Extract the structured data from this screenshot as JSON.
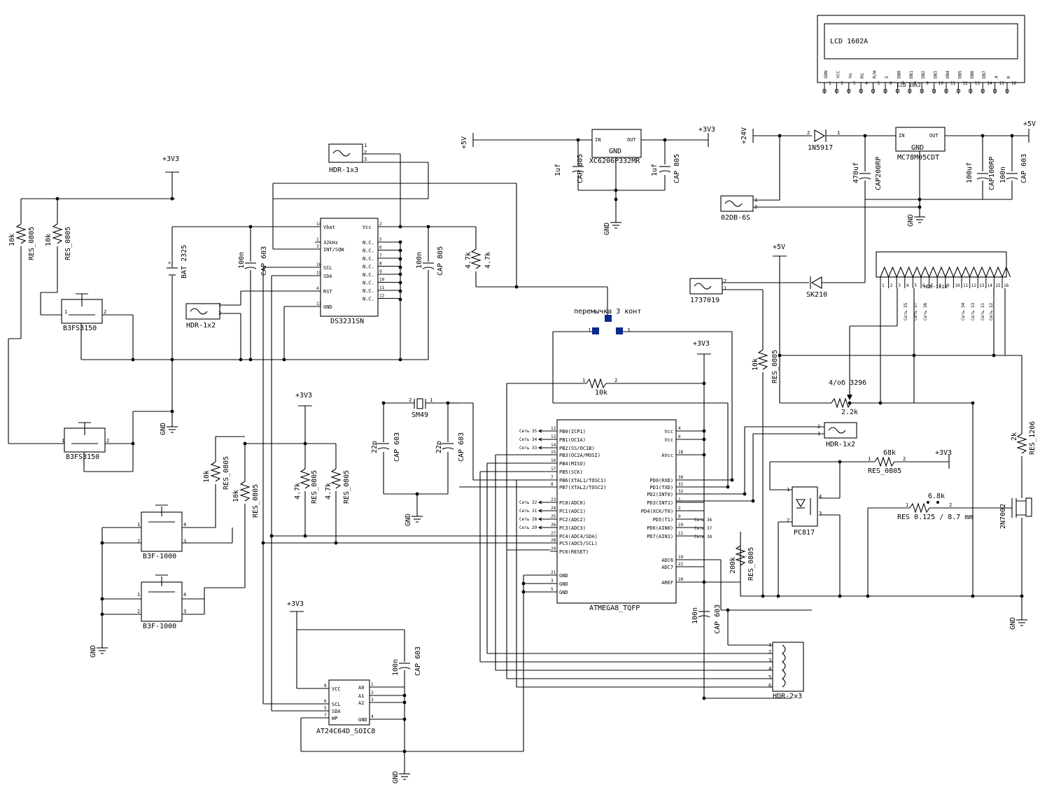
{
  "lcd": {
    "screen": "LCD 1602A",
    "ref": "LCD 16x2",
    "pins": [
      {
        "n": "1",
        "name": "GDN"
      },
      {
        "n": "2",
        "name": "VCC"
      },
      {
        "n": "3",
        "name": "Vo"
      },
      {
        "n": "4",
        "name": "RS"
      },
      {
        "n": "5",
        "name": "R/W"
      },
      {
        "n": "6",
        "name": "E"
      },
      {
        "n": "7",
        "name": "DB0"
      },
      {
        "n": "8",
        "name": "DB1"
      },
      {
        "n": "9",
        "name": "DB2"
      },
      {
        "n": "10",
        "name": "DB3"
      },
      {
        "n": "11",
        "name": "DB4"
      },
      {
        "n": "12",
        "name": "DB5"
      },
      {
        "n": "13",
        "name": "DB6"
      },
      {
        "n": "14",
        "name": "DB7"
      },
      {
        "n": "15",
        "name": "A"
      },
      {
        "n": "16",
        "name": "K"
      }
    ]
  },
  "power": {
    "p5v": "+5V",
    "p3v3": "+3V3",
    "p24v": "+24V",
    "gnd": "GND"
  },
  "ldo": {
    "name": "XC6206P332MR",
    "in": "IN",
    "out": "OUT",
    "gnd": "GND",
    "c1_val": "1uf",
    "c1_pkg": "CAP 805",
    "c2_val": "1uf",
    "c2_pkg": "CAP 805"
  },
  "reg5": {
    "name": "MC78M05CDT",
    "in": "IN",
    "out": "OUT",
    "gnd": "GND",
    "diode": "1N5917",
    "c1_val": "470uf",
    "c1_pkg": "CAP200RP",
    "c2_val": "100uf",
    "c2_pkg": "CAP100RP",
    "c3_val": "100n",
    "c3_pkg": "CAP 603",
    "conn": "02DB-6S"
  },
  "rtc": {
    "name": "DS3231SN",
    "left_pins": [
      {
        "n": "14",
        "name": "Vbat"
      },
      {
        "n": "1",
        "name": "32kHz"
      },
      {
        "n": "3",
        "name": "INT/SQW"
      },
      {
        "n": "16",
        "name": "SCL"
      },
      {
        "n": "15",
        "name": "SDA"
      },
      {
        "n": "4",
        "name": "RST"
      },
      {
        "n": "13",
        "name": "GND"
      }
    ],
    "right_pins": [
      {
        "n": "2",
        "name": "Vcc"
      },
      {
        "n": "5",
        "name": "N.C."
      },
      {
        "n": "6",
        "name": "N.C."
      },
      {
        "n": "7",
        "name": "N.C."
      },
      {
        "n": "8",
        "name": "N.C."
      },
      {
        "n": "9",
        "name": "N.C."
      },
      {
        "n": "10",
        "name": "N.C."
      },
      {
        "n": "11",
        "name": "N.C."
      },
      {
        "n": "12",
        "name": "N.C."
      }
    ],
    "hdr1x3": "HDR-1x3",
    "hdr1x2": "HDR-1x2",
    "bat": "BAT 2325",
    "c_val": "100n",
    "c_pkg": "CAP 603",
    "c2_val": "100n",
    "c2_pkg": "CAP 805",
    "r_val": "4.7k",
    "r_val2": "4.7k"
  },
  "buttons": {
    "b1": "B3FS3150",
    "b2": "B3FS3150",
    "r1_val": "10k",
    "r1_pkg": "RES_0805",
    "r2_val": "10k",
    "r2_pkg": "RES_0805"
  },
  "buttons2": {
    "b1": "B3F-1000",
    "b2": "B3F-1000",
    "r1_val": "10k",
    "r1_pkg": "RES_0805",
    "r2_val": "10k",
    "r2_pkg": "RES_0805",
    "r3_val": "4.7k",
    "r3_pkg": "RES_0805",
    "r4_val": "4.7k",
    "r4_pkg": "RES_0805"
  },
  "crystal": {
    "name": "SM49",
    "c1_val": "22p",
    "c1_pkg": "CAP 603",
    "c2_val": "22p",
    "c2_pkg": "CAP 603"
  },
  "mcu": {
    "name": "ATMEGA8_TQFP",
    "left_pins": [
      {
        "net": "Сеть 35",
        "n": "12",
        "name": "PB0(ICP1)"
      },
      {
        "net": "Сеть 34",
        "n": "13",
        "name": "PB1(OC1A)"
      },
      {
        "net": "Сеть 33",
        "n": "14",
        "name": "PB2(SS/OC1B)"
      },
      {
        "net": "",
        "n": "15",
        "name": "PB3(OC2A/MOSI)"
      },
      {
        "net": "",
        "n": "16",
        "name": "PB4(MISO)"
      },
      {
        "net": "",
        "n": "17",
        "name": "PB5(SCK)"
      },
      {
        "net": "",
        "n": "7",
        "name": "PB6(XTAL1/TOSC1)"
      },
      {
        "net": "",
        "n": "8",
        "name": "PB7(XTAL2/TOSC2)"
      },
      {
        "net": "Сеть 32",
        "n": "23",
        "name": "PC0(ADC0)"
      },
      {
        "net": "Сеть 31",
        "n": "24",
        "name": "PC1(ADC1)"
      },
      {
        "net": "Сеть 28",
        "n": "25",
        "name": "PC2(ADC2)"
      },
      {
        "net": "Сеть 29",
        "n": "26",
        "name": "PC3(ADC3)"
      },
      {
        "net": "",
        "n": "27",
        "name": "PC4(ADC4/SDA)"
      },
      {
        "net": "",
        "n": "28",
        "name": "PC5(ADC5/SCL)"
      },
      {
        "net": "",
        "n": "29",
        "name": "PC6(RESET)"
      },
      {
        "net": "",
        "n": "21",
        "name": "GND"
      },
      {
        "net": "",
        "n": "3",
        "name": "GND"
      },
      {
        "net": "",
        "n": "5",
        "name": "GND"
      }
    ],
    "right_pins": [
      {
        "n": "4",
        "name": "Vcc",
        "net": ""
      },
      {
        "n": "6",
        "name": "Vcc",
        "net": ""
      },
      {
        "n": "18",
        "name": "AVcc",
        "net": ""
      },
      {
        "n": "30",
        "name": "PD0(RXD)",
        "net": ""
      },
      {
        "n": "31",
        "name": "PD1(TXD)",
        "net": ""
      },
      {
        "n": "32",
        "name": "PD2(INT0)",
        "net": ""
      },
      {
        "n": "1",
        "name": "PD3(INT1)",
        "net": ""
      },
      {
        "n": "2",
        "name": "PD4(XCK/T0)",
        "net": ""
      },
      {
        "n": "9",
        "name": "PD5(T1)",
        "net": "Сеть 36"
      },
      {
        "n": "10",
        "name": "PD6(AIN0)",
        "net": "Сеть 37"
      },
      {
        "n": "11",
        "name": "PD7(AIN1)",
        "net": "Сеть 38"
      },
      {
        "n": "19",
        "name": "ADC6",
        "net": ""
      },
      {
        "n": "22",
        "name": "ADC7",
        "net": ""
      },
      {
        "n": "20",
        "name": "AREF",
        "net": ""
      }
    ],
    "r_val": "10k",
    "jumper": "перемычка 3 конт",
    "j1": "1",
    "j3": "3",
    "c_val": "100n",
    "c_pkg": "CAP 603"
  },
  "eeprom": {
    "name": "AT24C64D_SOIC8",
    "left_pins": [
      {
        "n": "8",
        "name": "VCC"
      },
      {
        "n": "6",
        "name": "SCL"
      },
      {
        "n": "5",
        "name": "SDA"
      },
      {
        "n": "7",
        "name": "WP"
      }
    ],
    "right_pins": [
      {
        "n": "1",
        "name": "A0"
      },
      {
        "n": "2",
        "name": "A1"
      },
      {
        "n": "3",
        "name": "A2"
      },
      {
        "n": "4",
        "name": "GND"
      }
    ],
    "c_val": "100n",
    "c_pkg": "CAP 603"
  },
  "right": {
    "conn": "1737019",
    "diode": "SK210",
    "hdr_big": "HDR-1x16",
    "hdr_big_nets": [
      "Сеть 35",
      "Сеть 37",
      "Сеть 36",
      "Сеть 34",
      "Сеть 33",
      "Сеть 31",
      "Сеть 32"
    ],
    "pot_label": "4/об 3296",
    "pot_val": "2.2k",
    "r_res_val": "10k",
    "r_res_pkg": "RES_0805",
    "hdr1x2": "HDR-1x2",
    "r68_val": "68k",
    "r68_pkg": "RES_0805",
    "optocoupler": "PC817",
    "r200_val": "200k",
    "r200_pkg": "RES_0805",
    "r68b_val": "6.8k",
    "r68b_pkg": "RES 0.125 / 8.7 mm",
    "r2k_val": "2k",
    "r2k_pkg": "RES_1206",
    "transistor": "2N7002",
    "hdr2x3": "HDR-2x3"
  }
}
